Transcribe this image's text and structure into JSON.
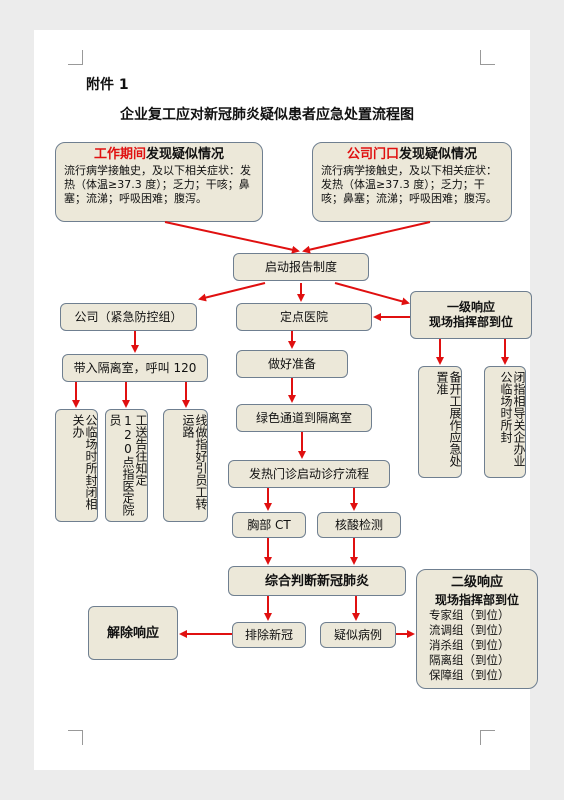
{
  "header": {
    "attachment": "附件 1",
    "title": "企业复工应对新冠肺炎疑似患者应急处置流程图"
  },
  "top_left": {
    "head_red": "工作期间",
    "head_black": "发现疑似情况",
    "body": "流行病学接触史，及以下相关症状：发热（体温≥37.3 度）；乏力；干咳；鼻塞；流涕；呼吸困难；腹泻。"
  },
  "top_right": {
    "head_red": "公司门口",
    "head_black": "发现疑似情况",
    "body": "流行病学接触史，及以下相关症状：发热（体温≥37.3 度）；乏力；干咳；鼻塞；流涕；呼吸困难；腹泻。"
  },
  "nodes": {
    "report": "启动报告制度",
    "company": "公司（紧急防控组）",
    "hospital": "定点医院",
    "level1_title": "一级响应",
    "level1_sub": "现场指挥部到位",
    "isolation": "带入隔离室，呼叫 120",
    "prepare": "做好准备",
    "green": "绿色通道到隔离室",
    "fever": "发热门诊启动诊疗流程",
    "ct": "胸部 CT",
    "nucleic": "核酸检测",
    "diagnose": "综合判断新冠肺炎",
    "exclude": "排除新冠",
    "release": "解除响应",
    "suspect": "疑似病例"
  },
  "vertical": {
    "v1": "公临场时所封闭相关办",
    "v2": "工送告往知定120点指医定院员",
    "v3": "线做指好引员工转运路",
    "v4": "备开工展作应急处置准",
    "v5": "闭指相导关企办业公临场时所封"
  },
  "level2": {
    "title": "二级响应",
    "subtitle": "现场指挥部到位",
    "items": [
      "专家组（到位）",
      "流调组（到位）",
      "消杀组（到位）",
      "隔离组（到位）",
      "保障组（到位）"
    ]
  },
  "colors": {
    "arrow": "#e01010",
    "box_fill": "#ece8d9",
    "box_border": "#6f7f90"
  }
}
